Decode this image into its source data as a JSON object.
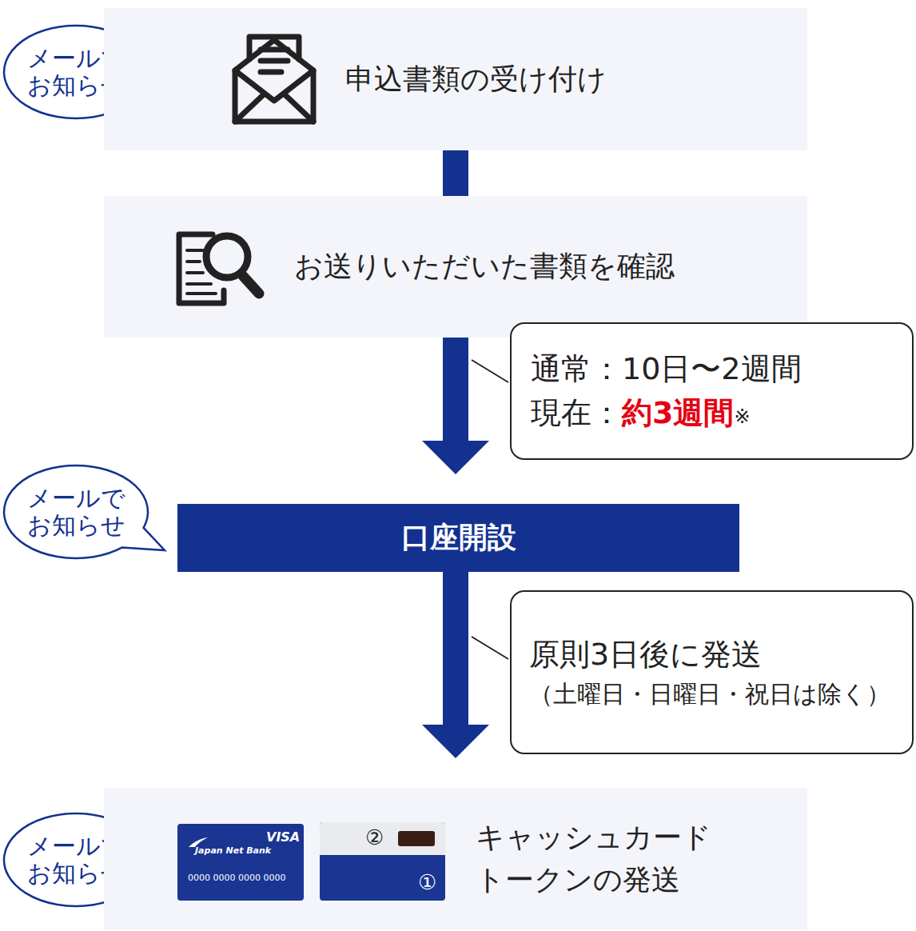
{
  "diagram": {
    "nodes": [
      {
        "text": [
          "メールで お知らせ"
        ]
      },
      {
        "text": [
          "申込書類の受け付け"
        ]
      },
      {
        "text": [
          "お送りいただいた書類を確認"
        ]
      },
      {
        "text": [
          "通常：10日〜2週間",
          "現在：",
          "約3週間",
          "※"
        ]
      },
      {
        "text": [
          "メールで お知らせ"
        ]
      },
      {
        "text": [
          "口座開設"
        ]
      },
      {
        "text": [
          "原則3日後に発送",
          "（土曜日・日曜日・祝日は除く）"
        ]
      },
      {
        "text": [
          "メールで お知らせ"
        ]
      },
      {
        "text": [
          "キャッシュカード トークンの発送"
        ]
      }
    ],
    "edges": [
      {
        "from": 1,
        "to": 2,
        "arrow": "none"
      },
      {
        "from": 2,
        "to": 5,
        "arrow": "to"
      },
      {
        "from": 5,
        "to": 8,
        "arrow": "to"
      }
    ],
    "labels": [
      "VISA",
      "Japan Net Bank",
      "0000 0000 0000 0000",
      "②",
      "①"
    ]
  }
}
